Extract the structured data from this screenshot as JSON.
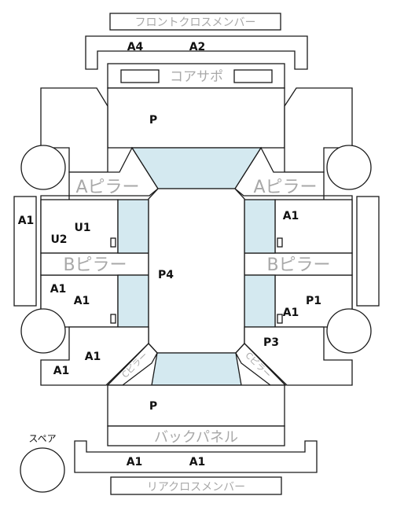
{
  "labels": {
    "front_cross_member": "フロントクロスメンバー",
    "core_support": "コアサポ",
    "a_pillar_left": "Aピラー",
    "a_pillar_right": "Aピラー",
    "b_pillar_left": "Bピラー",
    "b_pillar_right": "Bピラー",
    "back_panel": "バックパネル",
    "rear_cross_member": "リアクロスメンバー",
    "spare": "スペア",
    "c_pillar_left": "Cピラー",
    "c_pillar_right": "Cピラー"
  },
  "grades": {
    "front_member_left": "A4",
    "front_member_right": "A2",
    "hood": "P",
    "left_side_panel": "A1",
    "front_left_door_upper": "U1",
    "front_left_door_lower": "U2",
    "rear_left_door_1": "A1",
    "rear_left_door_2": "A1",
    "roof": "P4",
    "front_right_door": "A1",
    "rear_right_door_p": "P1",
    "rear_right_door_a": "A1",
    "right_rear_quarter": "P3",
    "left_rear_quarter_1": "A1",
    "left_rear_quarter_2": "A1",
    "trunk": "P",
    "rear_member_left": "A1",
    "rear_member_right": "A1"
  }
}
